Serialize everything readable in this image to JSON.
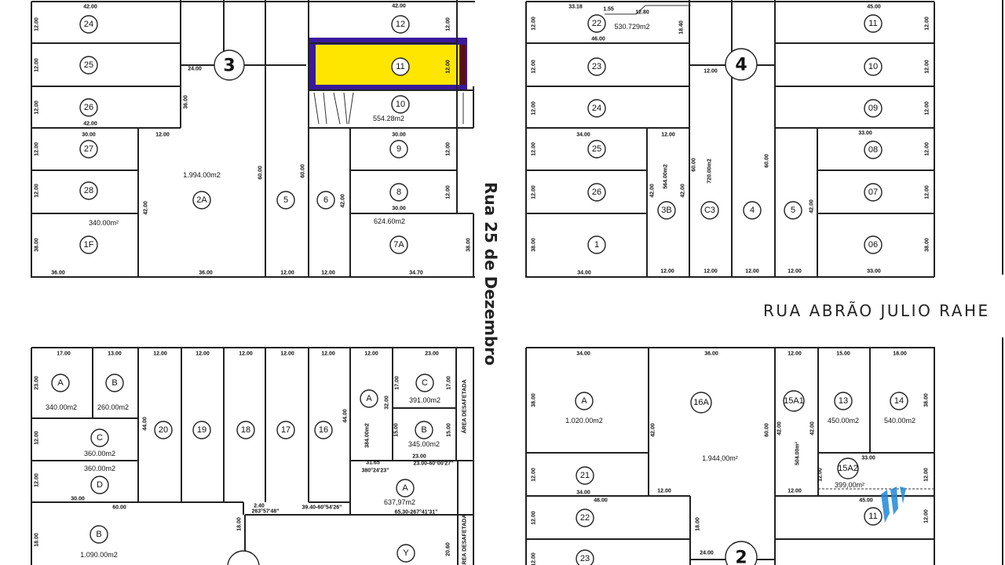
{
  "streets": {
    "vertical": "Rua 25 de Dezembro",
    "horizontal": "RUA ABRÃO JULIO RAHE"
  },
  "blocks": [
    "3",
    "4",
    "2"
  ],
  "highlight": {
    "lot": "11",
    "fill": "#ffe600",
    "border": "#3a1a9a",
    "edge": "#5a1010"
  },
  "lots": {
    "b3": [
      "24",
      "25",
      "26",
      "27",
      "28",
      "1F",
      "2A",
      "5",
      "6",
      "12",
      "11",
      "10",
      "9",
      "8",
      "7A"
    ],
    "b4": [
      "22",
      "23",
      "24",
      "25",
      "26",
      "1",
      "3B",
      "C3",
      "4",
      "5",
      "11",
      "10",
      "09",
      "08",
      "07",
      "06"
    ],
    "bl": [
      "A",
      "B",
      "C",
      "D",
      "20",
      "19",
      "18",
      "17",
      "16",
      "A",
      "C",
      "B",
      "A",
      "B",
      "Y"
    ],
    "br": [
      "A",
      "16A",
      "15A1",
      "13",
      "14",
      "15A2",
      "21",
      "22",
      "23",
      "11"
    ]
  },
  "areas": {
    "b3": [
      "1.994.00m2",
      "624.60m2",
      "554.28m2",
      "340.00m²"
    ],
    "b4": [
      "530.729m2"
    ],
    "bl": [
      "340.00m2",
      "260.00m2",
      "360.00m2",
      "360.00m2",
      "391.00m2",
      "345.00m2",
      "637,97m2",
      "1.090.00m2"
    ],
    "br": [
      "1.020.00m2",
      "1.944,00m²",
      "450.00m2",
      "540.00m2",
      "399,00m²"
    ]
  },
  "dims": {
    "b3": [
      "42.00",
      "12.00",
      "12.00",
      "12.00",
      "12.00",
      "12.00",
      "38.00",
      "24.00",
      "36.00",
      "42.00",
      "30.00",
      "12.00",
      "42.00",
      "60.00",
      "60.00",
      "42.00",
      "42.00",
      "12.00",
      "12.00",
      "12.00",
      "12.00",
      "38.00",
      "30.00",
      "30.00",
      "36.00",
      "36.00",
      "12.00",
      "12.00",
      "34.70"
    ],
    "b4": [
      "33.18",
      "1.55",
      "12.80",
      "46.00",
      "18.40",
      "12.00",
      "12.00",
      "12.00",
      "12.00",
      "12.00",
      "38.00",
      "12.00",
      "34.00",
      "12.00",
      "564.00m2",
      "42.00",
      "42.00",
      "60.00",
      "720.00m2",
      "60.00",
      "42.00",
      "45.00",
      "33.00",
      "12.00",
      "12.00",
      "12.00",
      "12.00",
      "12.00",
      "38.00",
      "34.00",
      "12.00",
      "12.00",
      "12.00",
      "12.00",
      "33.00"
    ],
    "bl": [
      "17.00",
      "13.00",
      "12.00",
      "12.00",
      "12.00",
      "12.00",
      "12.00",
      "12.00",
      "23.00",
      "23.00",
      "12.00",
      "12.00",
      "18.00",
      "44.00",
      "44.00",
      "384.00m2",
      "32.00",
      "17.00",
      "17.00",
      "15.00",
      "15.00",
      "23.00",
      "30.00",
      "60.00",
      "ÁREA DESAFETADA",
      "ÁREA DESAFETADA",
      "31.65",
      "380°24'23\"",
      "23.00-60°00'27\"",
      "39.40-60°54'26\"",
      "2.40",
      "263°57'48\"",
      "18.00",
      "20.60",
      "65,30-267°41'31\""
    ],
    "br": [
      "34.00",
      "36.00",
      "12.00",
      "15.00",
      "18.00",
      "38.00",
      "38.00",
      "42.00",
      "60.00",
      "42.00",
      "504.00m²",
      "42.00",
      "33.00",
      "12.00",
      "12.00",
      "12.00",
      "12.00",
      "34.00",
      "12.00",
      "46.00",
      "12.00",
      "12.00",
      "18.00",
      "24.00",
      "45.00",
      "12.00"
    ]
  },
  "watermark_color": "#1e88d8"
}
